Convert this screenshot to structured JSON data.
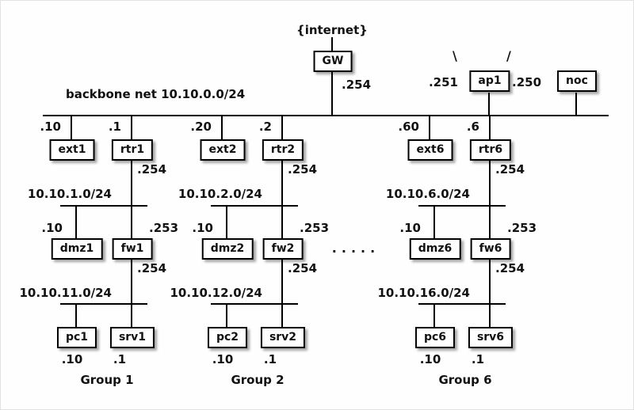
{
  "page": {
    "internet_label": "{internet}",
    "backbone_label": "backbone net 10.10.0.0/24",
    "gw": {
      "label": "GW",
      "backbone_ip": ".254"
    },
    "ap": {
      "label": "ap1",
      "left_ip": ".251",
      "right_ip": ".250",
      "antenna_left": "\\",
      "antenna_right": "/"
    },
    "noc": {
      "label": "noc"
    },
    "ellipsis": "....."
  },
  "groups": [
    {
      "name": "Group 1",
      "ext": {
        "label": "ext1",
        "backbone_ip": ".10"
      },
      "rtr": {
        "label": "rtr1",
        "backbone_ip": ".1",
        "dmz_ip": ".254"
      },
      "dmz_net": "10.10.1.0/24",
      "dmz": {
        "label": "dmz1",
        "ip": ".10"
      },
      "fw": {
        "label": "fw1",
        "dmz_ip": ".253",
        "lan_ip": ".254"
      },
      "lan_net": "10.10.11.0/24",
      "pc": {
        "label": "pc1",
        "ip": ".10"
      },
      "srv": {
        "label": "srv1",
        "ip": ".1"
      }
    },
    {
      "name": "Group 2",
      "ext": {
        "label": "ext2",
        "backbone_ip": ".20"
      },
      "rtr": {
        "label": "rtr2",
        "backbone_ip": ".2",
        "dmz_ip": ".254"
      },
      "dmz_net": "10.10.2.0/24",
      "dmz": {
        "label": "dmz2",
        "ip": ".10"
      },
      "fw": {
        "label": "fw2",
        "dmz_ip": ".253",
        "lan_ip": ".254"
      },
      "lan_net": "10.10.12.0/24",
      "pc": {
        "label": "pc2",
        "ip": ".10"
      },
      "srv": {
        "label": "srv2",
        "ip": ".1"
      }
    },
    {
      "name": "Group 6",
      "ext": {
        "label": "ext6",
        "backbone_ip": ".60"
      },
      "rtr": {
        "label": "rtr6",
        "backbone_ip": ".6",
        "dmz_ip": ".254"
      },
      "dmz_net": "10.10.6.0/24",
      "dmz": {
        "label": "dmz6",
        "ip": ".10"
      },
      "fw": {
        "label": "fw6",
        "dmz_ip": ".253",
        "lan_ip": ".254"
      },
      "lan_net": "10.10.16.0/24",
      "pc": {
        "label": "pc6",
        "ip": ".10"
      },
      "srv": {
        "label": "srv6",
        "ip": ".1"
      }
    }
  ]
}
